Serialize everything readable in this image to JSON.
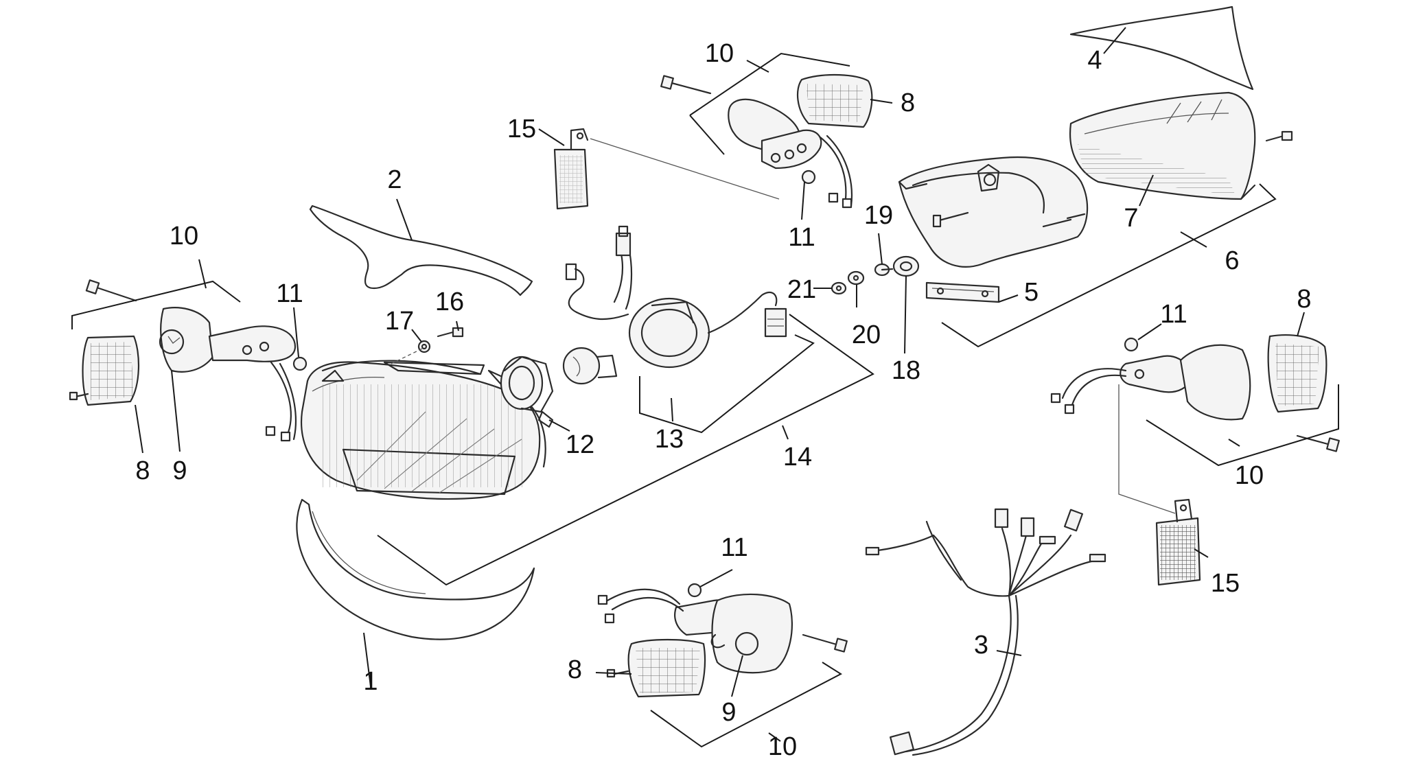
{
  "diagram": {
    "callouts": [
      {
        "id": "c-1",
        "text": "1"
      },
      {
        "id": "c-2",
        "text": "2"
      },
      {
        "id": "c-3",
        "text": "3"
      },
      {
        "id": "c-4",
        "text": "4"
      },
      {
        "id": "c-5",
        "text": "5"
      },
      {
        "id": "c-6",
        "text": "6"
      },
      {
        "id": "c-7",
        "text": "7"
      },
      {
        "id": "c-8a",
        "text": "8"
      },
      {
        "id": "c-8b",
        "text": "8"
      },
      {
        "id": "c-8c",
        "text": "8"
      },
      {
        "id": "c-8d",
        "text": "8"
      },
      {
        "id": "c-9a",
        "text": "9"
      },
      {
        "id": "c-9b",
        "text": "9"
      },
      {
        "id": "c-10a",
        "text": "10"
      },
      {
        "id": "c-10b",
        "text": "10"
      },
      {
        "id": "c-10c",
        "text": "10"
      },
      {
        "id": "c-10d",
        "text": "10"
      },
      {
        "id": "c-11a",
        "text": "11"
      },
      {
        "id": "c-11b",
        "text": "11"
      },
      {
        "id": "c-11c",
        "text": "11"
      },
      {
        "id": "c-11d",
        "text": "11"
      },
      {
        "id": "c-12",
        "text": "12"
      },
      {
        "id": "c-13",
        "text": "13"
      },
      {
        "id": "c-14",
        "text": "14"
      },
      {
        "id": "c-15a",
        "text": "15"
      },
      {
        "id": "c-15b",
        "text": "15"
      },
      {
        "id": "c-16",
        "text": "16"
      },
      {
        "id": "c-17",
        "text": "17"
      },
      {
        "id": "c-18",
        "text": "18"
      },
      {
        "id": "c-19",
        "text": "19"
      },
      {
        "id": "c-20",
        "text": "20"
      },
      {
        "id": "c-21",
        "text": "21"
      }
    ]
  }
}
